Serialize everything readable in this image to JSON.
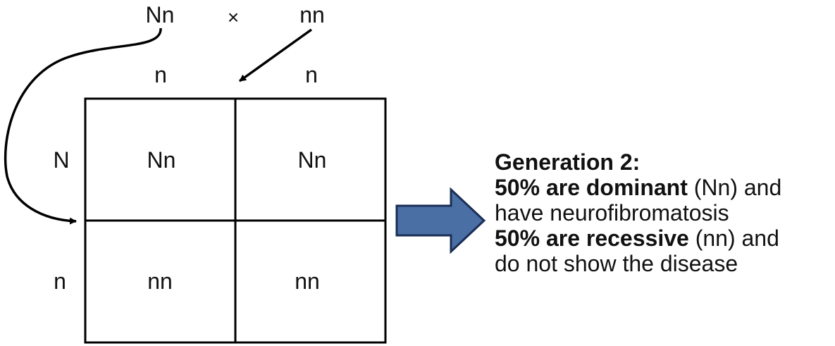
{
  "cross": {
    "parent1": "Nn",
    "symbol": "×",
    "parent2": "nn"
  },
  "punnett": {
    "col_alleles": [
      "n",
      "n"
    ],
    "row_alleles": [
      "N",
      "n"
    ],
    "cells": [
      [
        "Nn",
        "Nn"
      ],
      [
        "nn",
        "nn"
      ]
    ]
  },
  "result": {
    "heading": "Generation 2:",
    "dominant_bold": "50% are dominant",
    "dominant_genotype": " (Nn) and",
    "dominant_desc": "have neurofibromatosis",
    "recessive_bold": "50% are recessive",
    "recessive_genotype": " (nn) and",
    "recessive_desc": "do not show the disease"
  },
  "colors": {
    "arrow_fill": "#4a6fa5",
    "arrow_stroke": "#1a2e55",
    "line": "#000000"
  }
}
